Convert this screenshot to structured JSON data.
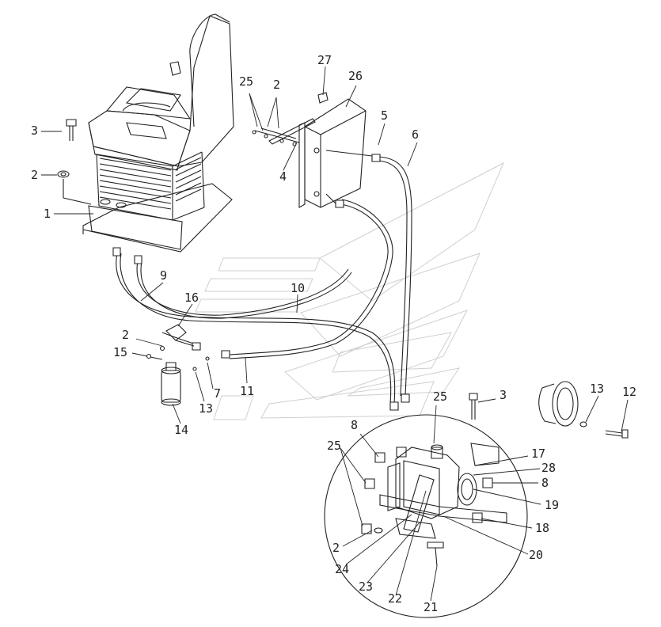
{
  "diagram": {
    "line_color": "#222222",
    "watermark_color": "#cfcfcf",
    "callouts": [
      {
        "id": "c1",
        "text": "1"
      },
      {
        "id": "c2a",
        "text": "2"
      },
      {
        "id": "c3a",
        "text": "3"
      },
      {
        "id": "c2b",
        "text": "2"
      },
      {
        "id": "c25a",
        "text": "25"
      },
      {
        "id": "c4",
        "text": "4"
      },
      {
        "id": "c27",
        "text": "27"
      },
      {
        "id": "c26",
        "text": "26"
      },
      {
        "id": "c5",
        "text": "5"
      },
      {
        "id": "c6",
        "text": "6"
      },
      {
        "id": "c9",
        "text": "9"
      },
      {
        "id": "c10",
        "text": "10"
      },
      {
        "id": "c16",
        "text": "16"
      },
      {
        "id": "c2c",
        "text": "2"
      },
      {
        "id": "c15",
        "text": "15"
      },
      {
        "id": "c7",
        "text": "7"
      },
      {
        "id": "c11",
        "text": "11"
      },
      {
        "id": "c13a",
        "text": "13"
      },
      {
        "id": "c14",
        "text": "14"
      },
      {
        "id": "c25b",
        "text": "25"
      },
      {
        "id": "c3b",
        "text": "3"
      },
      {
        "id": "c8a",
        "text": "8"
      },
      {
        "id": "c25c",
        "text": "25"
      },
      {
        "id": "c17",
        "text": "17"
      },
      {
        "id": "c28",
        "text": "28"
      },
      {
        "id": "c8b",
        "text": "8"
      },
      {
        "id": "c19",
        "text": "19"
      },
      {
        "id": "c18",
        "text": "18"
      },
      {
        "id": "c20",
        "text": "20"
      },
      {
        "id": "c2d",
        "text": "2"
      },
      {
        "id": "c24",
        "text": "24"
      },
      {
        "id": "c23",
        "text": "23"
      },
      {
        "id": "c22",
        "text": "22"
      },
      {
        "id": "c21",
        "text": "21"
      },
      {
        "id": "c13b",
        "text": "13"
      },
      {
        "id": "c12",
        "text": "12"
      }
    ]
  }
}
